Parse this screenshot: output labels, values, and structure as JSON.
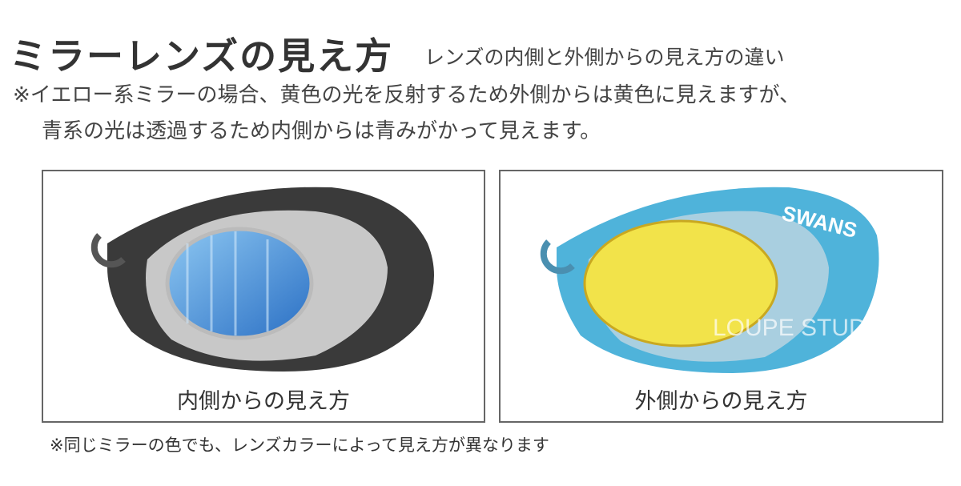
{
  "header": {
    "title": "ミラーレンズの見え方",
    "subtitle": "レンズの内側と外側からの見え方の違い"
  },
  "notes": {
    "line1": "※イエロー系ミラーの場合、黄色の光を反射するため外側からは黄色に見えますが、",
    "line2": "青系の光は透過するため内側からは青みがかって見えます。"
  },
  "panels": [
    {
      "caption": "内側からの見え方",
      "frame_color": "#2a2a2a",
      "lens_color": "#3f8fd8"
    },
    {
      "caption": "外側からの見え方",
      "frame_color": "#3aa6cf",
      "lens_color": "#f2e34a",
      "logo": "SWANS",
      "watermark": "LOUPE STUDIO"
    }
  ],
  "footer": {
    "note": "※同じミラーの色でも、レンズカラーによって見え方が異なります"
  }
}
